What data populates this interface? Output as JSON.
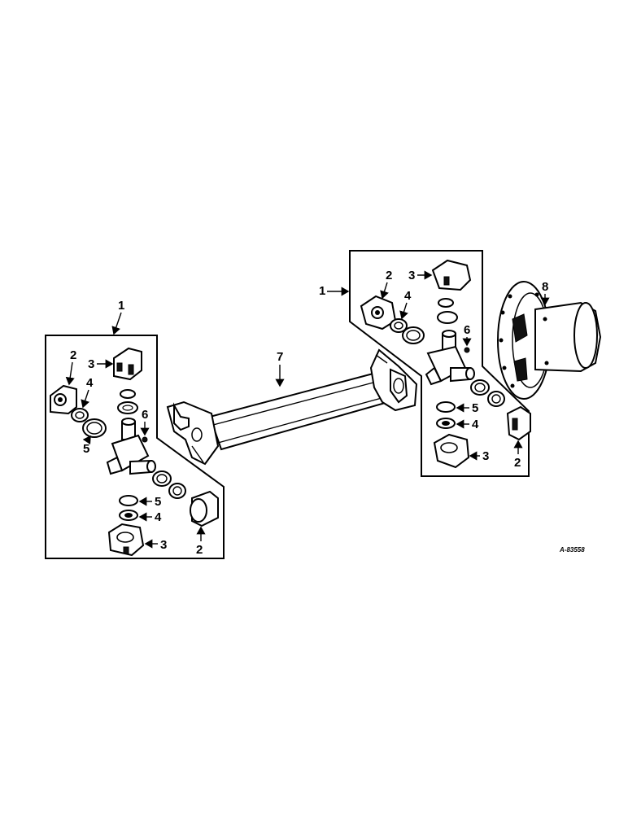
{
  "diagram": {
    "reference_code": "A-83558",
    "callouts": {
      "c1_left": "1",
      "c2_left_top": "2",
      "c3_left_top": "3",
      "c4_left_top": "4",
      "c5_left_mid": "5",
      "c6_left": "6",
      "c5_left_low": "5",
      "c4_left_low": "4",
      "c3_left_low": "3",
      "c2_left_low": "2",
      "c7": "7",
      "c1_right": "1",
      "c2_right_top": "2",
      "c3_right_top": "3",
      "c4_right_top": "4",
      "c6_right": "6",
      "c5_right": "5",
      "c4_right_low": "4",
      "c3_right_low": "3",
      "c2_right_low": "2",
      "c8": "8"
    }
  }
}
